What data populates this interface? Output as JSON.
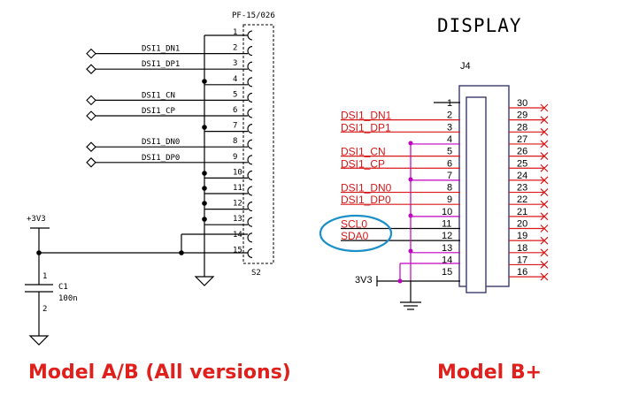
{
  "left": {
    "connector_part": "PF-15/026",
    "connector_ref": "S2",
    "pins": [
      "1",
      "2",
      "3",
      "4",
      "5",
      "6",
      "7",
      "8",
      "9",
      "10",
      "11",
      "12",
      "13",
      "14",
      "15"
    ],
    "signals": [
      {
        "pin": 2,
        "name": "DSI1_DN1"
      },
      {
        "pin": 3,
        "name": "DSI1_DP1"
      },
      {
        "pin": 5,
        "name": "DSI1_CN"
      },
      {
        "pin": 6,
        "name": "DSI1_CP"
      },
      {
        "pin": 8,
        "name": "DSI1_DN0"
      },
      {
        "pin": 9,
        "name": "DSI1_DP0"
      }
    ],
    "power_label": "+3V3",
    "cap_ref": "C1",
    "cap_value": "100n",
    "cap_pin1": "1",
    "cap_pin2": "2",
    "caption": "Model A/B (All versions)"
  },
  "right": {
    "title": "DISPLAY",
    "connector_ref": "J4",
    "pins_left": [
      "1",
      "2",
      "3",
      "4",
      "5",
      "6",
      "7",
      "8",
      "9",
      "10",
      "11",
      "12",
      "13",
      "14",
      "15"
    ],
    "pins_right": [
      "30",
      "29",
      "28",
      "27",
      "26",
      "25",
      "24",
      "23",
      "22",
      "21",
      "20",
      "19",
      "18",
      "17",
      "16"
    ],
    "signals": [
      {
        "pin": 2,
        "name": "DSI1_DN1"
      },
      {
        "pin": 3,
        "name": "DSI1_DP1"
      },
      {
        "pin": 5,
        "name": "DSI1_CN"
      },
      {
        "pin": 6,
        "name": "DSI1_CP"
      },
      {
        "pin": 8,
        "name": "DSI1_DN0"
      },
      {
        "pin": 9,
        "name": "DSI1_DP0"
      },
      {
        "pin": 11,
        "name": "SCL0"
      },
      {
        "pin": 12,
        "name": "SDA0"
      }
    ],
    "power_label": "3V3",
    "caption": "Model B+"
  },
  "colors": {
    "wire": "#000000",
    "signal_red": "#d81818",
    "junction_magenta": "#c000c0",
    "highlight_ellipse": "#1a8fc8",
    "caption_red": "#e0201c"
  }
}
